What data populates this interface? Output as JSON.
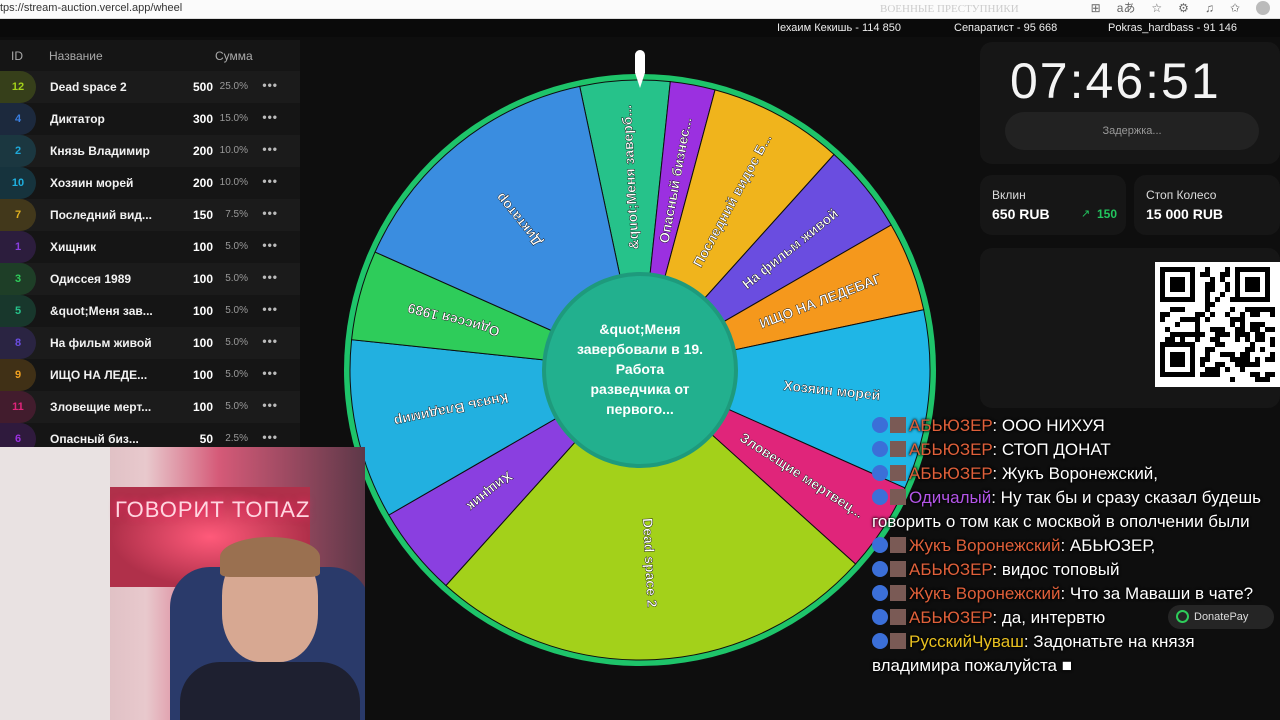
{
  "browser": {
    "url": "tps://stream-auction.vercel.app/wheel",
    "watermark": "ВОЕННЫЕ ПРЕСТУПНИКИ"
  },
  "leaders": [
    "Iехаим Кекишь - 114 850",
    "Сепаратист - 95 668",
    "Pokras_hardbass - 91 146"
  ],
  "table": {
    "headers": {
      "id": "ID",
      "name": "Название",
      "sum": "Сумма"
    },
    "rows": [
      {
        "id": "12",
        "name": "Dead space 2",
        "amount": "500",
        "pct": "25.0%",
        "color": "#a3d11a"
      },
      {
        "id": "4",
        "name": "Диктатор",
        "amount": "300",
        "pct": "15.0%",
        "color": "#3a7fe0"
      },
      {
        "id": "2",
        "name": "Князь Владимир",
        "amount": "200",
        "pct": "10.0%",
        "color": "#1fa8d8"
      },
      {
        "id": "10",
        "name": "Хозяин морей",
        "amount": "200",
        "pct": "10.0%",
        "color": "#1fb0e0"
      },
      {
        "id": "7",
        "name": "Последний вид...",
        "amount": "150",
        "pct": "7.5%",
        "color": "#e0b020"
      },
      {
        "id": "1",
        "name": "Хищник",
        "amount": "100",
        "pct": "5.0%",
        "color": "#8a3fe0"
      },
      {
        "id": "3",
        "name": "Одиссея 1989",
        "amount": "100",
        "pct": "5.0%",
        "color": "#2ecc5a"
      },
      {
        "id": "5",
        "name": "&quot;Меня зав...",
        "amount": "100",
        "pct": "5.0%",
        "color": "#26c28a"
      },
      {
        "id": "8",
        "name": "На фильм живой",
        "amount": "100",
        "pct": "5.0%",
        "color": "#6a4de0"
      },
      {
        "id": "9",
        "name": "ИЩО НА ЛЕДЕ...",
        "amount": "100",
        "pct": "5.0%",
        "color": "#f0a020"
      },
      {
        "id": "11",
        "name": "Зловещие мерт...",
        "amount": "100",
        "pct": "5.0%",
        "color": "#e0257a"
      },
      {
        "id": "6",
        "name": "Опасный биз...",
        "amount": "50",
        "pct": "2.5%",
        "color": "#9b30e0"
      }
    ]
  },
  "wheel": {
    "center_text": [
      "&quot;Меня",
      "завербовали в 19.",
      "Работа",
      "разведчика от",
      "первого..."
    ],
    "segments": [
      {
        "label": "&quot;Меня заверб...",
        "percent": 5,
        "color": "#26c28a"
      },
      {
        "label": "Опасный бизнес...",
        "percent": 2.5,
        "color": "#9b30e0"
      },
      {
        "label": "Последний видос Б...",
        "percent": 7.5,
        "color": "#f0b41c"
      },
      {
        "label": "На фильм живой",
        "percent": 5,
        "color": "#6a4de0"
      },
      {
        "label": "ИЩО НА ЛЕДЕБАГ",
        "percent": 5,
        "color": "#f5981c"
      },
      {
        "label": "Хозяин морей",
        "percent": 10,
        "color": "#1fb6e6"
      },
      {
        "label": "Зловещие мертвец...",
        "percent": 5,
        "color": "#e0257a"
      },
      {
        "label": "Dead space 2",
        "percent": 25,
        "color": "#a3d11a"
      },
      {
        "label": "Хищник",
        "percent": 5,
        "color": "#8a3fe0"
      },
      {
        "label": "Князь Владимир",
        "percent": 10,
        "color": "#22b0e0"
      },
      {
        "label": "Одиссея 1989",
        "percent": 5,
        "color": "#2ecc5a"
      },
      {
        "label": "Диктатор",
        "percent": 15,
        "color": "#3a8de0"
      }
    ],
    "ring_color": "#1ec46a"
  },
  "timer": {
    "value": "07:46:51",
    "delay_label": "Задержка..."
  },
  "stats": {
    "vklin_label": "Вклин",
    "vklin_value": "650 RUB",
    "vklin_delta": "150",
    "stop_label": "Стоп Колесо",
    "stop_value": "15 000 RUB"
  },
  "chat": [
    {
      "user": "АБЬЮЗЕР",
      "color": "#e0603a",
      "text": "ООО НИХУЯ"
    },
    {
      "user": "АБЬЮЗЕР",
      "color": "#e0603a",
      "text": "СТОП ДОНАТ"
    },
    {
      "user": "АБЬЮЗЕР",
      "color": "#e0603a",
      "text": "Жукъ Воронежский,"
    },
    {
      "user": "Одичалый",
      "color": "#b455e8",
      "text": "Ну так бы и сразу сказал будешь говорить о том как с москвой в ополчении были"
    },
    {
      "user": "Жукъ Воронежский",
      "color": "#e0603a",
      "text": "АБЬЮЗЕР,"
    },
    {
      "user": "АБЬЮЗЕР",
      "color": "#e0603a",
      "text": "видос топовый"
    },
    {
      "user": "Жукъ Воронежский",
      "color": "#e0603a",
      "text": "Что за Маваши в чате?"
    },
    {
      "user": "АБЬЮЗЕР",
      "color": "#e0603a",
      "text": "да, интервтю"
    },
    {
      "user": "РусскийЧуваш",
      "color": "#e8c020",
      "text": "Задонатьте на князя владимира пожалуйста ■"
    }
  ],
  "donatepay": "DonatePay",
  "webcam": {
    "neon_sign": "ГОВОРИТ ТОПАZ"
  }
}
